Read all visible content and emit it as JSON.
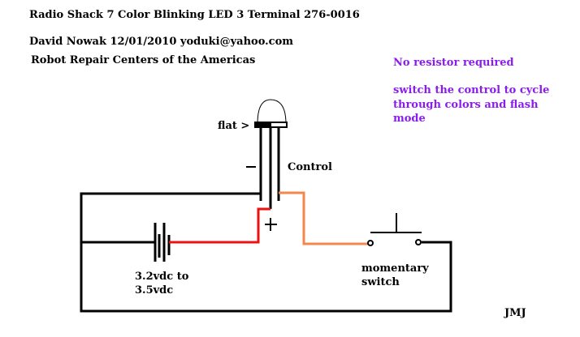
{
  "header": {
    "title": "Radio Shack 7 Color Blinking LED 3 Terminal 276-0016",
    "author": "David Nowak 12/01/2010  yoduki@yahoo.com",
    "org": "Robot Repair Centers of the Americas"
  },
  "notes": {
    "line1": "No resistor required",
    "line2": "switch the control to cycle",
    "line3": "through colors and flash",
    "line4": "mode"
  },
  "labels": {
    "flat": "flat >",
    "minus": "-",
    "control": "Control",
    "plus": "+",
    "battery1": "3.2vdc to",
    "battery2": "3.5vdc",
    "switch1": "momentary",
    "switch2": "switch",
    "signature": "JMJ"
  },
  "colors": {
    "positive_wire": "#ee1111",
    "control_wire": "#f4874b",
    "note_text": "#8b1cf0"
  }
}
